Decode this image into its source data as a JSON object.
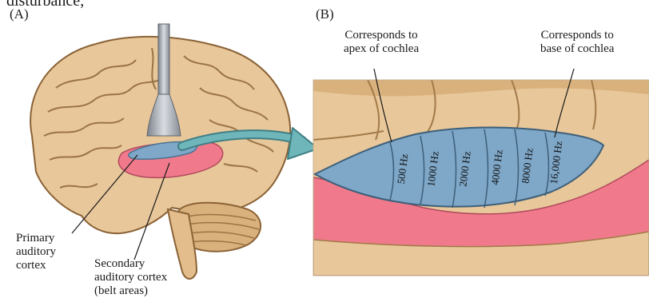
{
  "header": {
    "cut_text": "disturbance,"
  },
  "panels": {
    "a_label": "(A)",
    "b_label": "(B)"
  },
  "labels": {
    "apex": [
      "Corresponds to",
      "apex of cochlea"
    ],
    "base": [
      "Corresponds to",
      "base of cochlea"
    ],
    "primary": [
      "Primary",
      "auditory",
      "cortex"
    ],
    "secondary": [
      "Secondary",
      "auditory cortex",
      "(belt areas)"
    ]
  },
  "frequencies": [
    "500 Hz",
    "1000 Hz",
    "2000 Hz",
    "4000 Hz",
    "8000 Hz",
    "16,000 Hz"
  ],
  "colors": {
    "brain": "#e8c79a",
    "brain_dark": "#b98f5e",
    "primary_cortex": "#7ea7c8",
    "secondary_cortex": "#f07a8c",
    "arrow": "#6fb6bb",
    "electrode": "#9aa0a8"
  }
}
